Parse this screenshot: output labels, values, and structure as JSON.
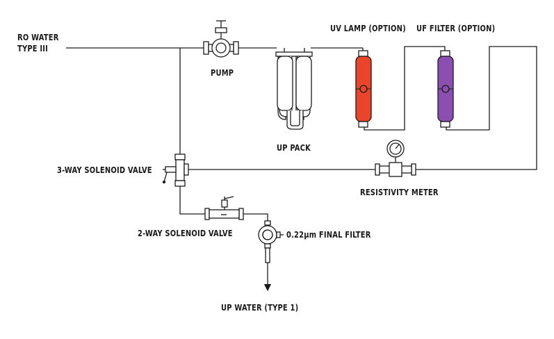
{
  "labels": {
    "ro_water_line1": "RO WATER",
    "ro_water_line2": "TYPE III",
    "pump": "PUMP",
    "up_pack": "UP PACK",
    "uv_lamp": "UV LAMP (OPTION)",
    "uf_filter": "UF FILTER (OPTION)",
    "three_way_valve": "3-WAY SOLENOID VALVE",
    "resistivity_meter": "RESISTIVITY METER",
    "two_way_valve": "2-WAY SOLENOID VALVE",
    "final_filter": "0.22μm FINAL FILTER",
    "up_water": "UP WATER (TYPE 1)"
  },
  "colors": {
    "line": "#1a1a1a",
    "uv_lamp": "#e8452a",
    "uf_filter": "#8a4fb0"
  }
}
